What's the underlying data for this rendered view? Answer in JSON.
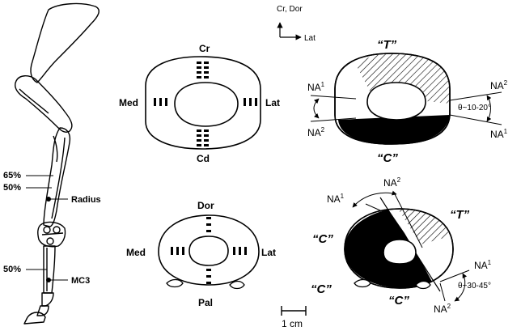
{
  "bone": {
    "pct_65": "65%",
    "pct_50_radius": "50%",
    "pct_50_mc3": "50%",
    "radius_label": "Radius",
    "mc3_label": "MC3"
  },
  "radius_section": {
    "cr": "Cr",
    "cd": "Cd",
    "med": "Med",
    "lat": "Lat"
  },
  "mc3_section": {
    "dor": "Dor",
    "pal": "Pal",
    "med": "Med",
    "lat": "Lat"
  },
  "orientation": {
    "up": "Cr, Dor",
    "right": "Lat"
  },
  "radius_strain": {
    "t": "“T”",
    "c": "“C”",
    "na1_left": "NA",
    "na1_left_sup": "1",
    "na2_left": "NA",
    "na2_left_sup": "2",
    "na2_right": "NA",
    "na2_right_sup": "2",
    "na1_right": "NA",
    "na1_right_sup": "1",
    "angle": "θ~10-20°"
  },
  "mc3_strain": {
    "t": "“T”",
    "c_left": "“C”",
    "c_bottom_left": "“C”",
    "c_bottom_right": "“C”",
    "na1_top": "NA",
    "na1_top_sup": "1",
    "na2_top": "NA",
    "na2_top_sup": "2",
    "na1_right": "NA",
    "na1_right_sup": "1",
    "na2_bottom": "NA",
    "na2_bottom_sup": "2",
    "angle": "θ~30-45°"
  },
  "scale": {
    "label": "1 cm"
  }
}
